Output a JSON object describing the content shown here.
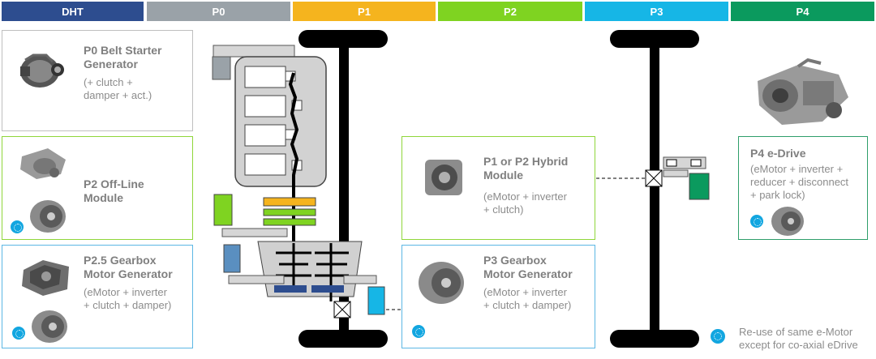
{
  "header": [
    {
      "label": "DHT",
      "color": "#2d4d8f"
    },
    {
      "label": "P0",
      "color": "#9aa2a8"
    },
    {
      "label": "P1",
      "color": "#f5b41e"
    },
    {
      "label": "P2",
      "color": "#7fd321"
    },
    {
      "label": "P3",
      "color": "#16b6e6"
    },
    {
      "label": "P4",
      "color": "#0b9a5e"
    }
  ],
  "cards": {
    "p0": {
      "title": "P0 Belt Starter\nGenerator",
      "sub": "(+ clutch +\ndamper + act.)",
      "color": "#bfbfbf"
    },
    "p2": {
      "title": "P2 Off-Line\nModule",
      "sub": "",
      "color": "#8fd63a"
    },
    "p25": {
      "title": "P2.5 Gearbox\nMotor Generator",
      "sub": "(eMotor + inverter\n+ clutch + damper)",
      "color": "#5cb7e4"
    },
    "p1p2": {
      "title": "P1 or P2 Hybrid\nModule",
      "sub": "(eMotor + inverter\n+ clutch)",
      "color": "#8fd63a"
    },
    "p3": {
      "title": "P3 Gearbox\nMotor Generator",
      "sub": "(eMotor + inverter\n+ clutch + damper)",
      "color": "#5cb7e4"
    },
    "p4": {
      "title": "P4 e-Drive",
      "sub": "(eMotor + inverter +\nreducer + disconnect\n+ park lock)",
      "color": "#2e9e6a"
    }
  },
  "legend": {
    "text": "Re-use of same e-Motor\nexcept for co-axial eDrive",
    "icon": "reuse-icon"
  }
}
